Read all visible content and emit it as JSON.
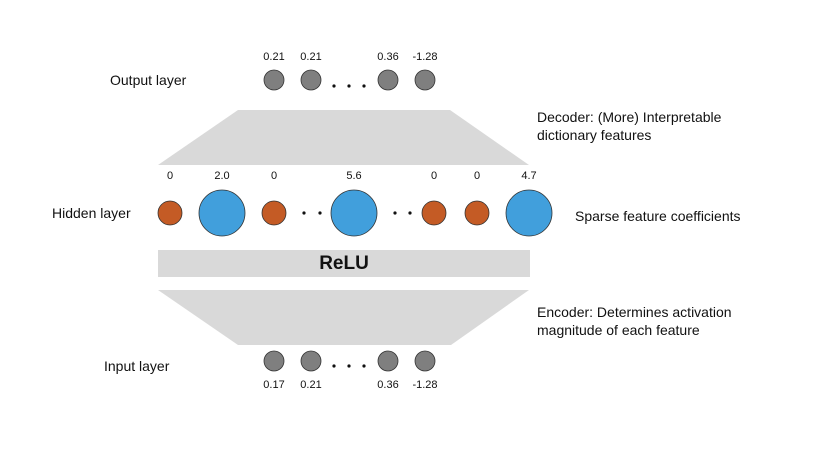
{
  "labels": {
    "output_layer": "Output layer",
    "hidden_layer": "Hidden layer",
    "input_layer": "Input layer",
    "decoder_line1": "Decoder: (More) Interpretable",
    "decoder_line2": "dictionary features",
    "sparse": "Sparse feature coefficients",
    "encoder_line1": "Encoder: Determines activation",
    "encoder_line2": "magnitude of each feature",
    "relu": "ReLU"
  },
  "output_values": [
    "0.21",
    "0.21",
    "0.36",
    "-1.28"
  ],
  "hidden_values": [
    "0",
    "2.0",
    "0",
    "5.6",
    "0",
    "0",
    "4.7"
  ],
  "input_values": [
    "0.17",
    "0.21",
    "0.36",
    "-1.28"
  ],
  "colors": {
    "io_node": "#7f7f7f",
    "zero_node": "#c45b25",
    "active_node": "#419fdc",
    "band": "#d9d9d9"
  }
}
